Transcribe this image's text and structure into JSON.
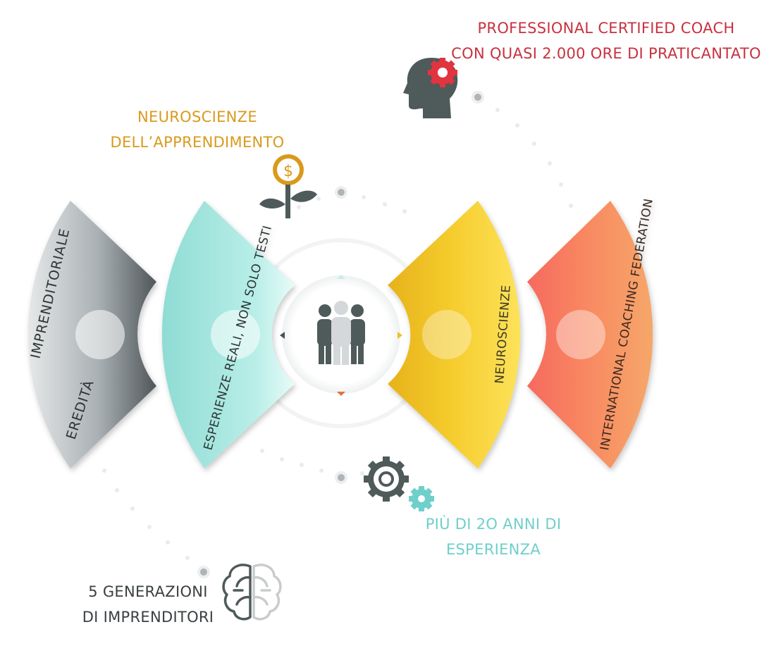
{
  "colors": {
    "coach": "#c8313f",
    "neuro_learning": "#d99a1c",
    "experience": "#6fcfca",
    "generations": "#3a3f42",
    "icon_dark": "#4f5a5a"
  },
  "callouts": {
    "coach": {
      "lines": [
        "PROFESSIONAL CERTIFIED COACH",
        "CON QUASI 2.000 ORE DI PRATICANTATO"
      ]
    },
    "neuro_learning": {
      "lines": [
        "NEUROSCIENZE",
        "DELL’APPRENDIMENTO"
      ]
    },
    "experience": {
      "lines": [
        "PIÙ DI 2O ANNI DI",
        "ESPERIENZA"
      ]
    },
    "generations": {
      "lines": [
        "5 GENERAZIONI",
        "DI IMPRENDITORI"
      ]
    }
  },
  "segments": {
    "heritage": {
      "line1": "EREDITÀ",
      "line2": "IMPRENDITORIALE",
      "color": "#808a8d"
    },
    "experience": {
      "text": "ESPERIENZE  REALI, NON SOLO TESTI",
      "color": "#9ee3db"
    },
    "neuroscience": {
      "text": "NEUROSCIENZE",
      "color": "#f3c626"
    },
    "icf": {
      "text": "INTERNATIONAL COACHING  FEDERATION",
      "color": "#f68f63"
    }
  },
  "icons": [
    "head-gear-icon",
    "money-plant-icon",
    "gears-icon",
    "brain-icon",
    "team-icon"
  ]
}
